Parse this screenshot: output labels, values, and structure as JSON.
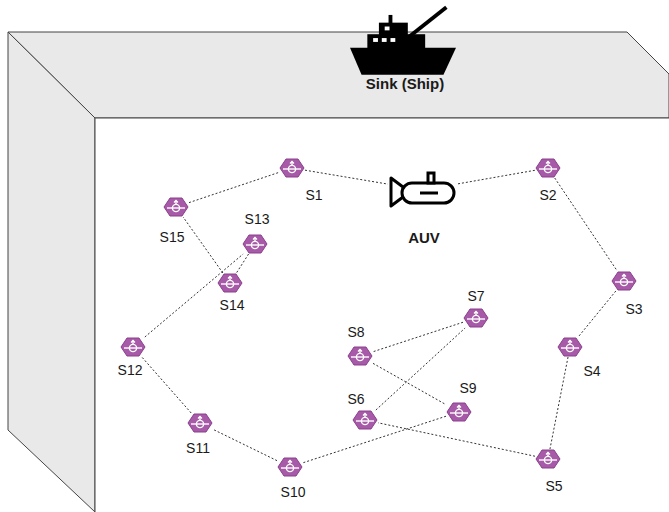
{
  "diagram": {
    "nodes": [
      {
        "text": [
          "Sink (Ship)"
        ]
      },
      {
        "text": [
          "AUV"
        ]
      },
      {
        "text": [
          "S1"
        ]
      },
      {
        "text": [
          "S2"
        ]
      },
      {
        "text": [
          "S3"
        ]
      },
      {
        "text": [
          "S4"
        ]
      },
      {
        "text": [
          "S5"
        ]
      },
      {
        "text": [
          "S6"
        ]
      },
      {
        "text": [
          "S7"
        ]
      },
      {
        "text": [
          "S8"
        ]
      },
      {
        "text": [
          "S9"
        ]
      },
      {
        "text": [
          "S10"
        ]
      },
      {
        "text": [
          "S11"
        ]
      },
      {
        "text": [
          "S12"
        ]
      },
      {
        "text": [
          "S13"
        ]
      },
      {
        "text": [
          "S14"
        ]
      },
      {
        "text": [
          "S15"
        ]
      }
    ],
    "edges": [
      {
        "from": 16,
        "to": 2,
        "arrow": "none"
      },
      {
        "from": 2,
        "to": 1,
        "arrow": "none"
      },
      {
        "from": 1,
        "to": 3,
        "arrow": "none"
      },
      {
        "from": 3,
        "to": 4,
        "arrow": "none"
      },
      {
        "from": 4,
        "to": 5,
        "arrow": "none"
      },
      {
        "from": 5,
        "to": 6,
        "arrow": "none"
      },
      {
        "from": 6,
        "to": 7,
        "arrow": "none"
      },
      {
        "from": 7,
        "to": 8,
        "arrow": "none"
      },
      {
        "from": 8,
        "to": 9,
        "arrow": "none"
      },
      {
        "from": 9,
        "to": 10,
        "arrow": "none"
      },
      {
        "from": 10,
        "to": 11,
        "arrow": "none"
      },
      {
        "from": 11,
        "to": 12,
        "arrow": "none"
      },
      {
        "from": 12,
        "to": 13,
        "arrow": "none"
      },
      {
        "from": 13,
        "to": 14,
        "arrow": "none"
      },
      {
        "from": 14,
        "to": 15,
        "arrow": "none"
      },
      {
        "from": 15,
        "to": 16,
        "arrow": "none"
      }
    ]
  }
}
